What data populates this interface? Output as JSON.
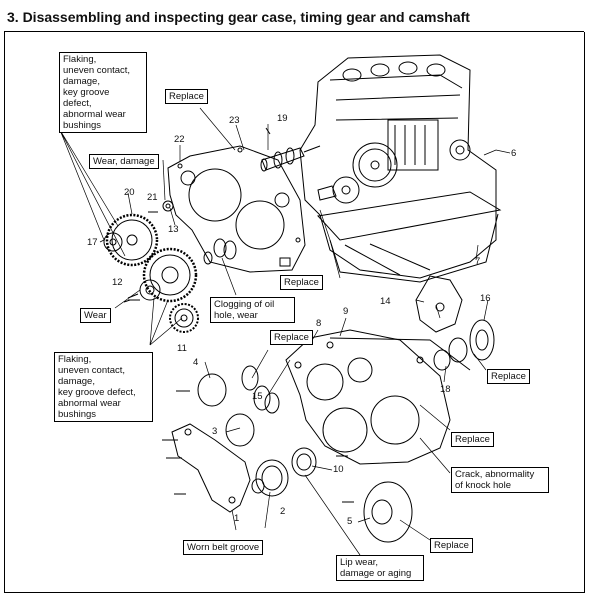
{
  "title": "3. Disassembling and inspecting gear case, timing gear and camshaft",
  "callouts": {
    "flaking_top": "Flaking,\nuneven contact,\ndamage,\nkey groove\ndefect,\nabnormal wear\nbushings",
    "replace_23": "Replace",
    "wear_damage": "Wear, damage",
    "replace_block": "Replace",
    "clogging": "Clogging of oil\nhole, wear",
    "wear": "Wear",
    "replace_15": "Replace",
    "flaking_bottom": "Flaking,\nuneven contact,\ndamage,\nkey groove defect,\nabnormal wear\nbushings",
    "replace_16": "Replace",
    "replace_18": "Replace",
    "crack": "Crack, abnormality\nof knock hole",
    "replace_5": "Replace",
    "worn_belt": "Worn belt groove",
    "lip_wear": "Lip wear,\ndamage or aging"
  },
  "part_numbers": {
    "n1": "1",
    "n2": "2",
    "n3": "3",
    "n4": "4",
    "n5": "5",
    "n6": "6",
    "n7": "7",
    "n8": "8",
    "n9": "9",
    "n10": "10",
    "n11": "11",
    "n12": "12",
    "n13": "13",
    "n14": "14",
    "n15": "15",
    "n16": "16",
    "n17": "17",
    "n18": "18",
    "n19": "19",
    "n20": "20",
    "n21": "21",
    "n22": "22",
    "n23": "23"
  }
}
